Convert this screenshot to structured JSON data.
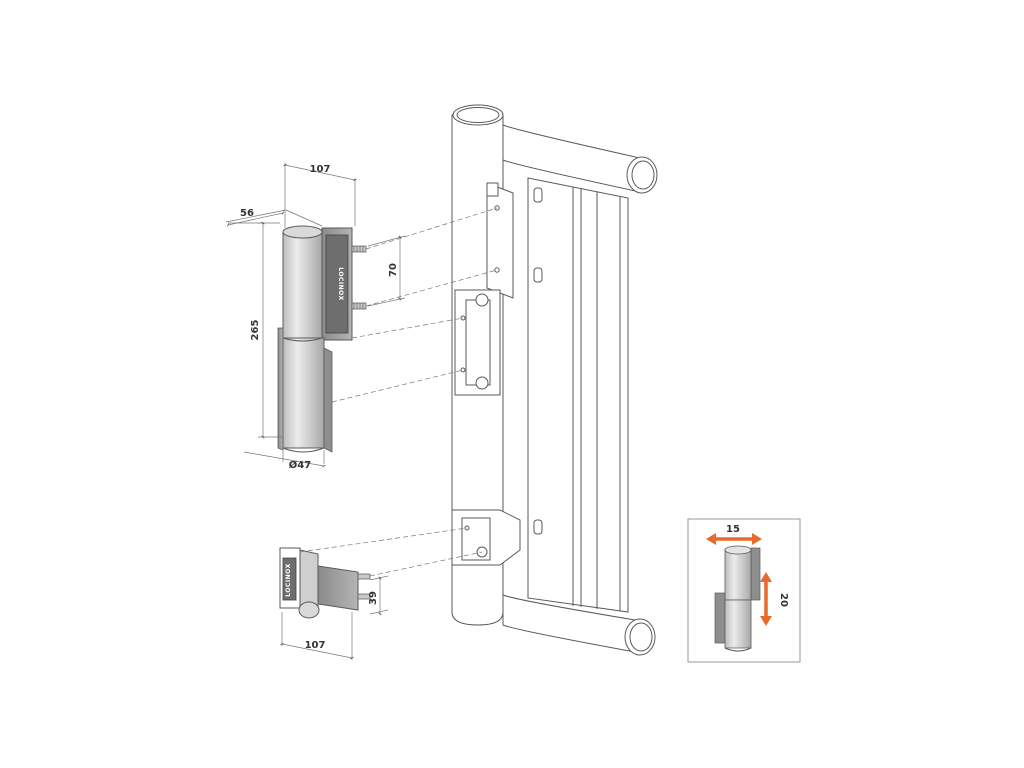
{
  "dimensions": {
    "upper_width": "107",
    "upper_depth": "56",
    "upper_height": "265",
    "upper_screw_spacing": "70",
    "upper_diameter": "Ø47",
    "lower_width": "107",
    "lower_height": "39"
  },
  "brand_mark": "LOCINOX",
  "adjustment_inset": {
    "horizontal": "15",
    "vertical": "20"
  },
  "colors": {
    "line": "#5a5a5a",
    "arrow": "#e8692a",
    "barrel": "#d0d0d0",
    "plate": "#9a9a9a"
  }
}
